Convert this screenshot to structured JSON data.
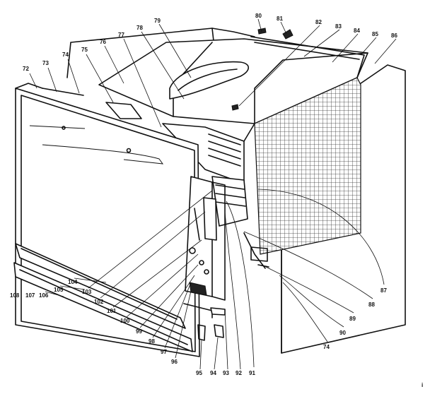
{
  "figure": {
    "part_labels": [
      {
        "id": "p72",
        "text": "72"
      },
      {
        "id": "p73",
        "text": "73"
      },
      {
        "id": "p74a",
        "text": "74"
      },
      {
        "id": "p75",
        "text": "75"
      },
      {
        "id": "p76",
        "text": "76"
      },
      {
        "id": "p77",
        "text": "77"
      },
      {
        "id": "p78",
        "text": "78"
      },
      {
        "id": "p79",
        "text": "79"
      },
      {
        "id": "p80",
        "text": "80"
      },
      {
        "id": "p81",
        "text": "81"
      },
      {
        "id": "p82",
        "text": "82"
      },
      {
        "id": "p83",
        "text": "83"
      },
      {
        "id": "p84",
        "text": "84"
      },
      {
        "id": "p85",
        "text": "85"
      },
      {
        "id": "p86",
        "text": "86"
      },
      {
        "id": "p87",
        "text": "87"
      },
      {
        "id": "p88",
        "text": "88"
      },
      {
        "id": "p89",
        "text": "89"
      },
      {
        "id": "p90",
        "text": "90"
      },
      {
        "id": "p74b",
        "text": "74"
      },
      {
        "id": "p91",
        "text": "91"
      },
      {
        "id": "p92",
        "text": "92"
      },
      {
        "id": "p93",
        "text": "93"
      },
      {
        "id": "p94",
        "text": "94"
      },
      {
        "id": "p95",
        "text": "95"
      },
      {
        "id": "p96",
        "text": "96"
      },
      {
        "id": "p97",
        "text": "97"
      },
      {
        "id": "p98",
        "text": "98"
      },
      {
        "id": "p99",
        "text": "99"
      },
      {
        "id": "p100",
        "text": "100"
      },
      {
        "id": "p101",
        "text": "101"
      },
      {
        "id": "p102",
        "text": "102"
      },
      {
        "id": "p103",
        "text": "103"
      },
      {
        "id": "p104",
        "text": "104"
      },
      {
        "id": "p105",
        "text": "105"
      },
      {
        "id": "p106",
        "text": "106"
      },
      {
        "id": "p107",
        "text": "107"
      },
      {
        "id": "p108",
        "text": "108"
      }
    ],
    "margin_mark": "i"
  }
}
